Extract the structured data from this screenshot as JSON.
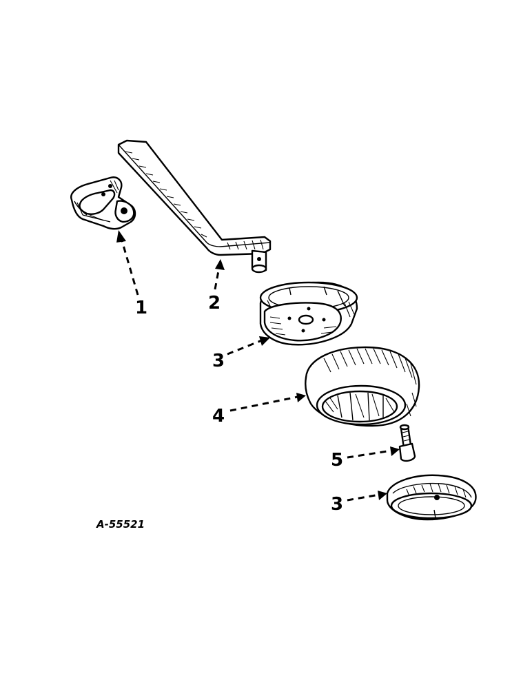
{
  "diagram": {
    "figure_ref": "A-55521",
    "callouts": [
      {
        "label": "1",
        "part": "bracket"
      },
      {
        "label": "2",
        "part": "handle"
      },
      {
        "label": "3",
        "part": "wheel-half-upper"
      },
      {
        "label": "4",
        "part": "tire"
      },
      {
        "label": "5",
        "part": "bolt"
      },
      {
        "label": "3",
        "part": "wheel-half-lower"
      }
    ]
  }
}
